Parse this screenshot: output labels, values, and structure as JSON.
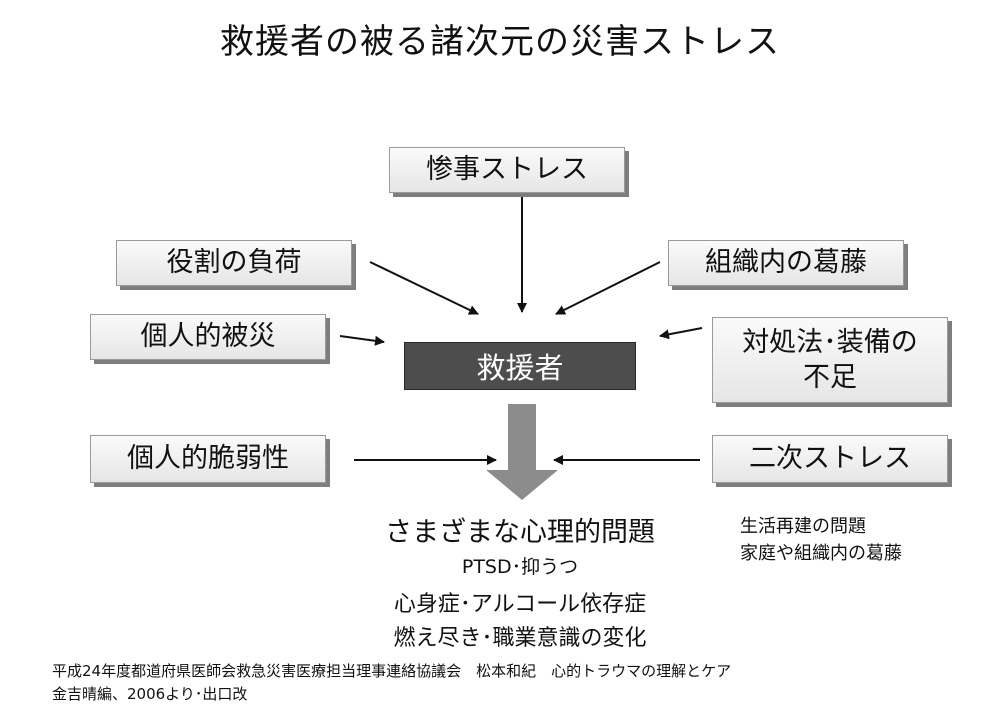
{
  "title": "救援者の被る諸次元の災害ストレス",
  "center": "救援者",
  "boxes": {
    "top": "惨事ストレス",
    "role_load": "役割の負荷",
    "org_conflict": "組織内の葛藤",
    "personal_disaster": "個人的被災",
    "coping_equipment": "対処法･装備の不足",
    "personal_vulnerability": "個人的脆弱性",
    "secondary_stress": "二次ストレス"
  },
  "outcome": {
    "title": "さまざまな心理的問題",
    "line1": "PTSD･抑うつ",
    "line2": "心身症･アルコール依存症",
    "line3": "燃え尽き･職業意識の変化"
  },
  "secondary_notes": [
    "生活再建の問題",
    "家庭や組織内の葛藤"
  ],
  "citation": {
    "line1": "平成24年度都道府県医師会救急災害医療担当理事連絡協議会　松本和紀　心的トラウマの理解とケア",
    "line2": "金吉晴編、2006より･出口改"
  }
}
